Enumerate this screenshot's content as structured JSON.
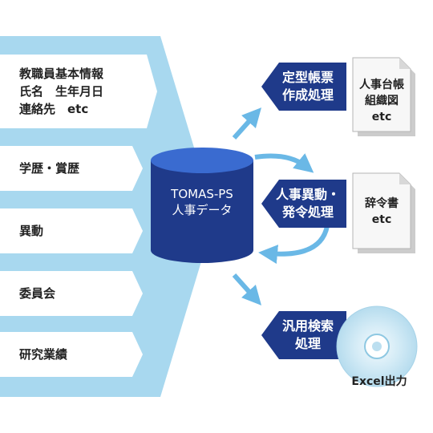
{
  "inputs": {
    "personal": [
      "教職員基本情報",
      "氏名　生年月日",
      "連絡先　etc"
    ],
    "education": "学歴・賞歴",
    "transfer": "異動",
    "committee": "委員会",
    "research": "研究業績"
  },
  "database": {
    "line1": "TOMAS-PS",
    "line2": "人事データ"
  },
  "processes": {
    "forms": [
      "定型帳票",
      "作成処理"
    ],
    "transfer": [
      "人事異動・",
      "発令処理"
    ],
    "search": [
      "汎用検索",
      "処理"
    ]
  },
  "outputs": {
    "forms_doc": [
      "人事台帳",
      "組織図",
      "etc"
    ],
    "transfer_doc": [
      "辞令書",
      "etc"
    ],
    "excel": "Excel出力"
  },
  "colors": {
    "light_blue": "#a8d8ef",
    "dark_blue": "#1f3a8a",
    "db_blue": "#2a4ba8",
    "arrow_blue": "#6ab8e6"
  }
}
